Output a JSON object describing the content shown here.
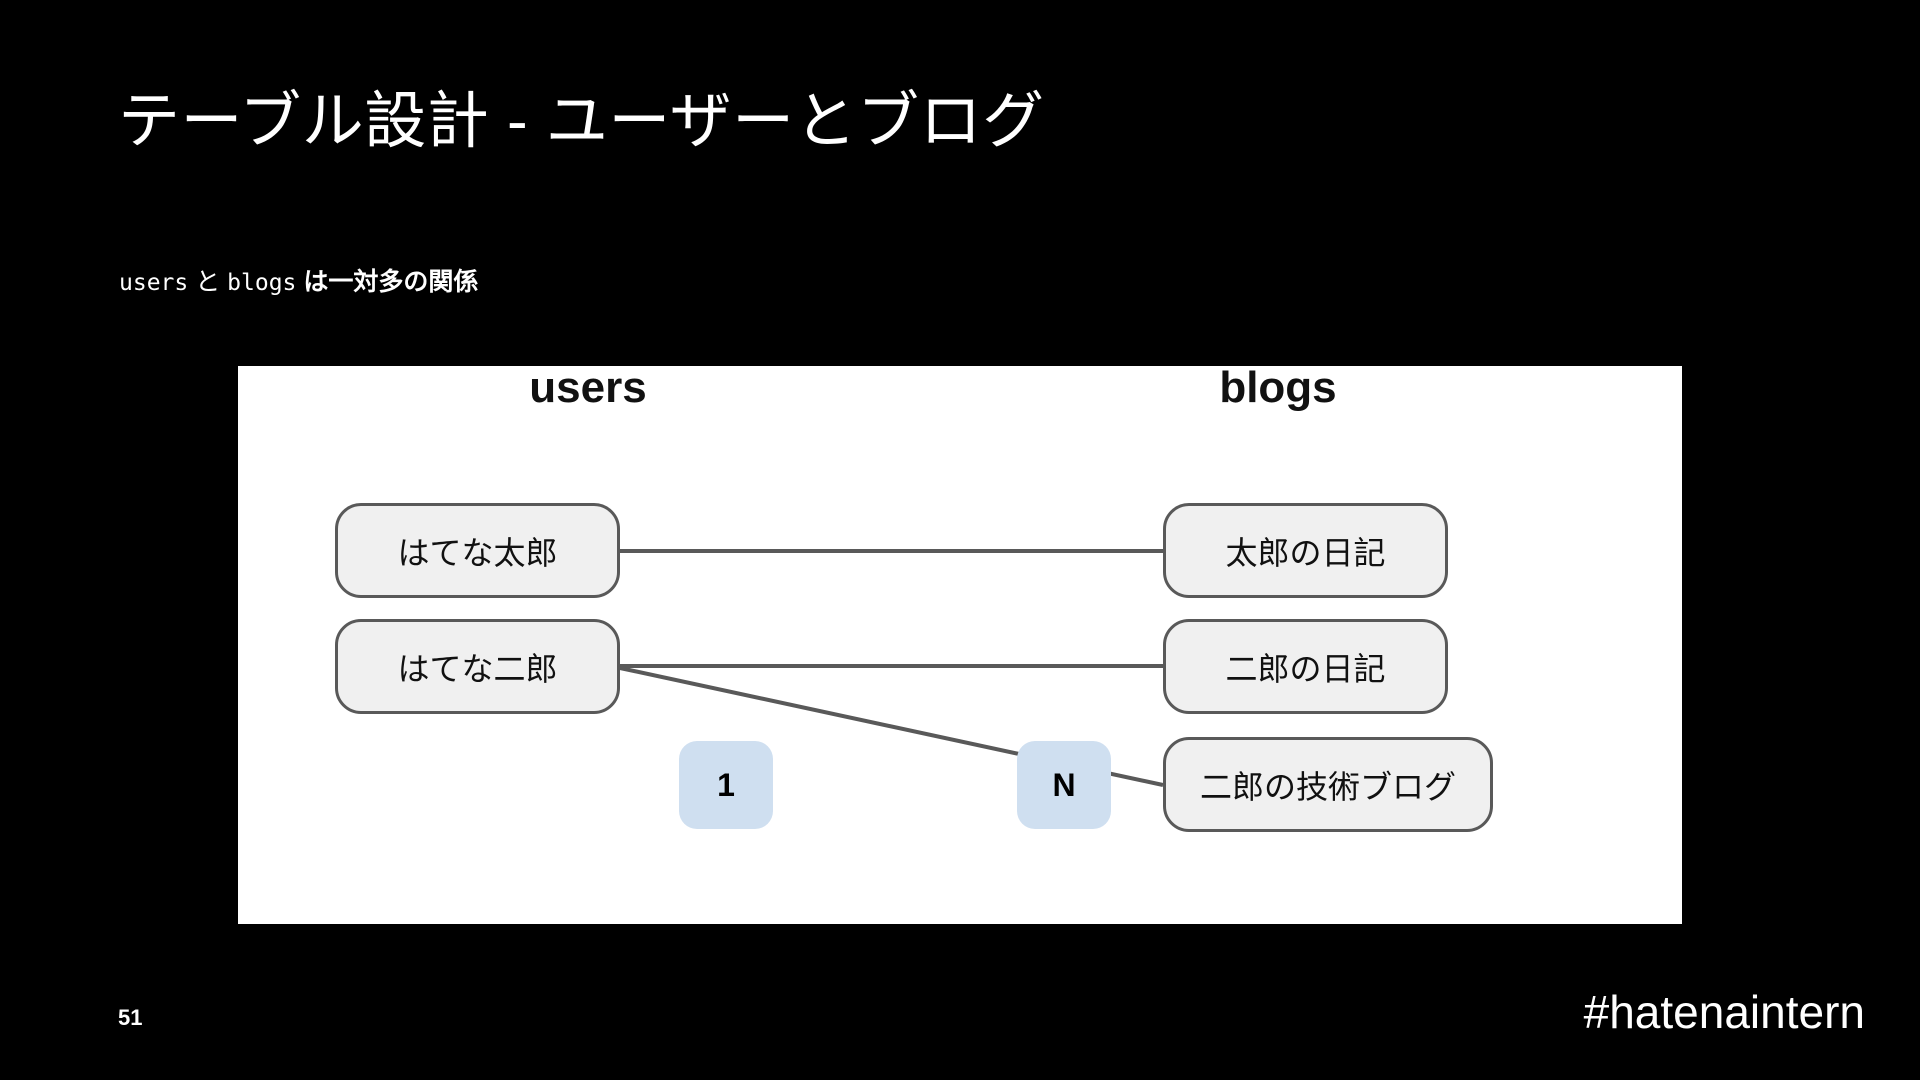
{
  "slide": {
    "page_number": "51",
    "title": "テーブル設計 - ユーザーとブログ",
    "subtitle": {
      "code_left": "users",
      "conjunction": " と ",
      "code_right": "blogs",
      "tail": " は一対多の関係"
    },
    "footer_hashtag": "#hatenaintern"
  },
  "diagram": {
    "type": "entity-relationship",
    "columns": [
      {
        "id": "users",
        "heading": "users"
      },
      {
        "id": "blogs",
        "heading": "blogs"
      }
    ],
    "users": [
      {
        "id": "user-1",
        "label": "はてな太郎"
      },
      {
        "id": "user-2",
        "label": "はてな二郎"
      }
    ],
    "blogs": [
      {
        "id": "blog-1",
        "label": "太郎の日記"
      },
      {
        "id": "blog-2",
        "label": "二郎の日記"
      },
      {
        "id": "blog-3",
        "label": "二郎の技術ブログ"
      }
    ],
    "relations": [
      {
        "from": "user-1",
        "to": "blog-1"
      },
      {
        "from": "user-2",
        "to": "blog-2"
      },
      {
        "from": "user-2",
        "to": "blog-3"
      }
    ],
    "cardinality": {
      "one_label": "1",
      "many_label": "N"
    },
    "colors": {
      "panel_background": "#ffffff",
      "slide_background": "#000000",
      "box_fill": "#f0f0f0",
      "box_border": "#595959",
      "badge_fill": "#cfdff0",
      "connector": "#595959",
      "text": "#111111",
      "slide_text": "#ffffff"
    }
  }
}
